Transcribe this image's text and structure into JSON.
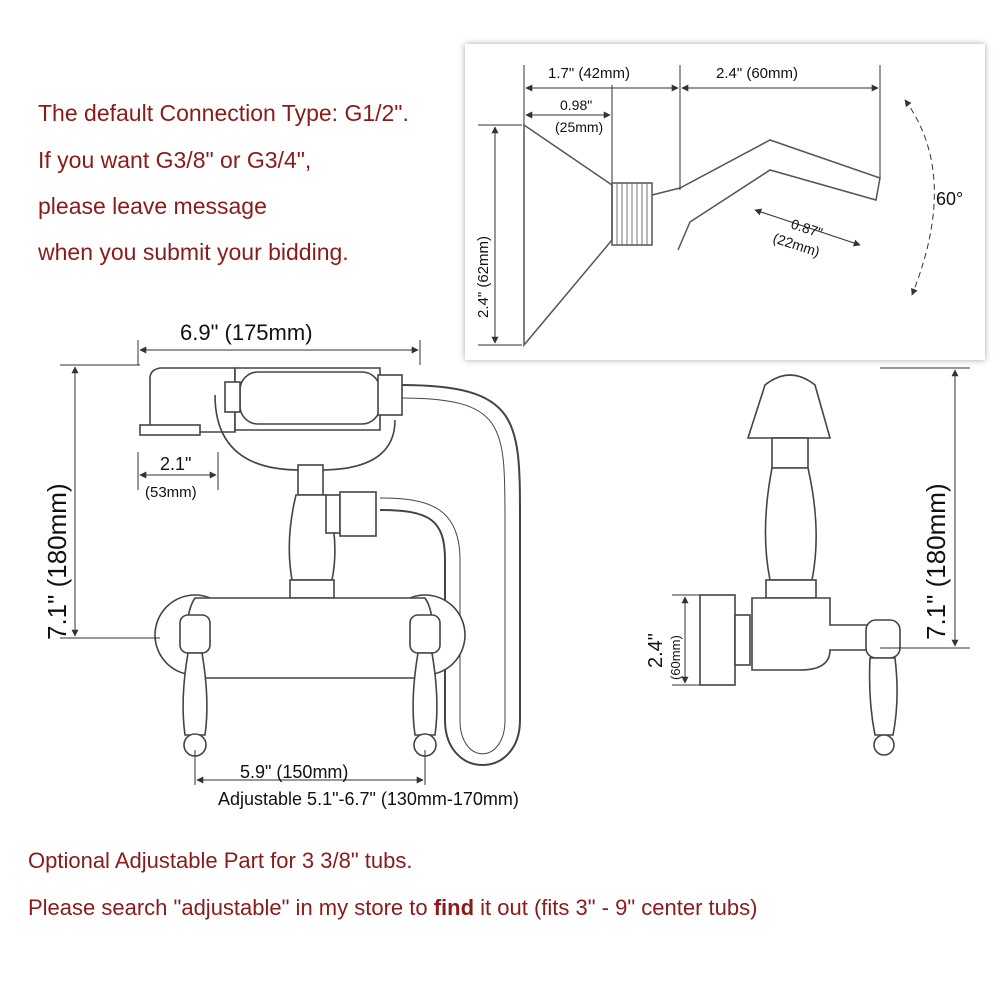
{
  "colors": {
    "note_text": "#8b1a1a",
    "line": "#444444",
    "dim": "#333333",
    "background": "#ffffff"
  },
  "notes": {
    "top": [
      "The default Connection Type: G1/2\".",
      "If you want G3/8\" or G3/4\",",
      "please leave message",
      "when you submit your bidding."
    ],
    "bottom_1": "Optional Adjustable Part for 3 3/8\" tubs.",
    "bottom_2_a": "Please search \"adjustable\" in my store to ",
    "bottom_2_b": "find",
    "bottom_2_c": " it out (fits 3\" - 9\" center tubs)"
  },
  "inset": {
    "dim_width_top": "1.7\" (42mm)",
    "dim_arm": "2.4\" (60mm)",
    "dim_small_in": "0.98\"",
    "dim_small_mm": "(25mm)",
    "dim_height": "2.4\" (62mm)",
    "dim_tip_in": "0.87\"",
    "dim_tip_mm": "(22mm)",
    "angle": "60°"
  },
  "front": {
    "dim_total_width": "6.9\" (175mm)",
    "dim_height": "7.1\" (180mm)",
    "dim_head_in": "2.1\"",
    "dim_head_mm": "(53mm)",
    "dim_centers": "5.9\" (150mm)",
    "dim_adjustable": "Adjustable 5.1\"-6.7\" (130mm-170mm)"
  },
  "side": {
    "dim_height": "7.1\" (180mm)",
    "dim_mount_in": "2.4\"",
    "dim_mount_mm": "(60mm)"
  }
}
